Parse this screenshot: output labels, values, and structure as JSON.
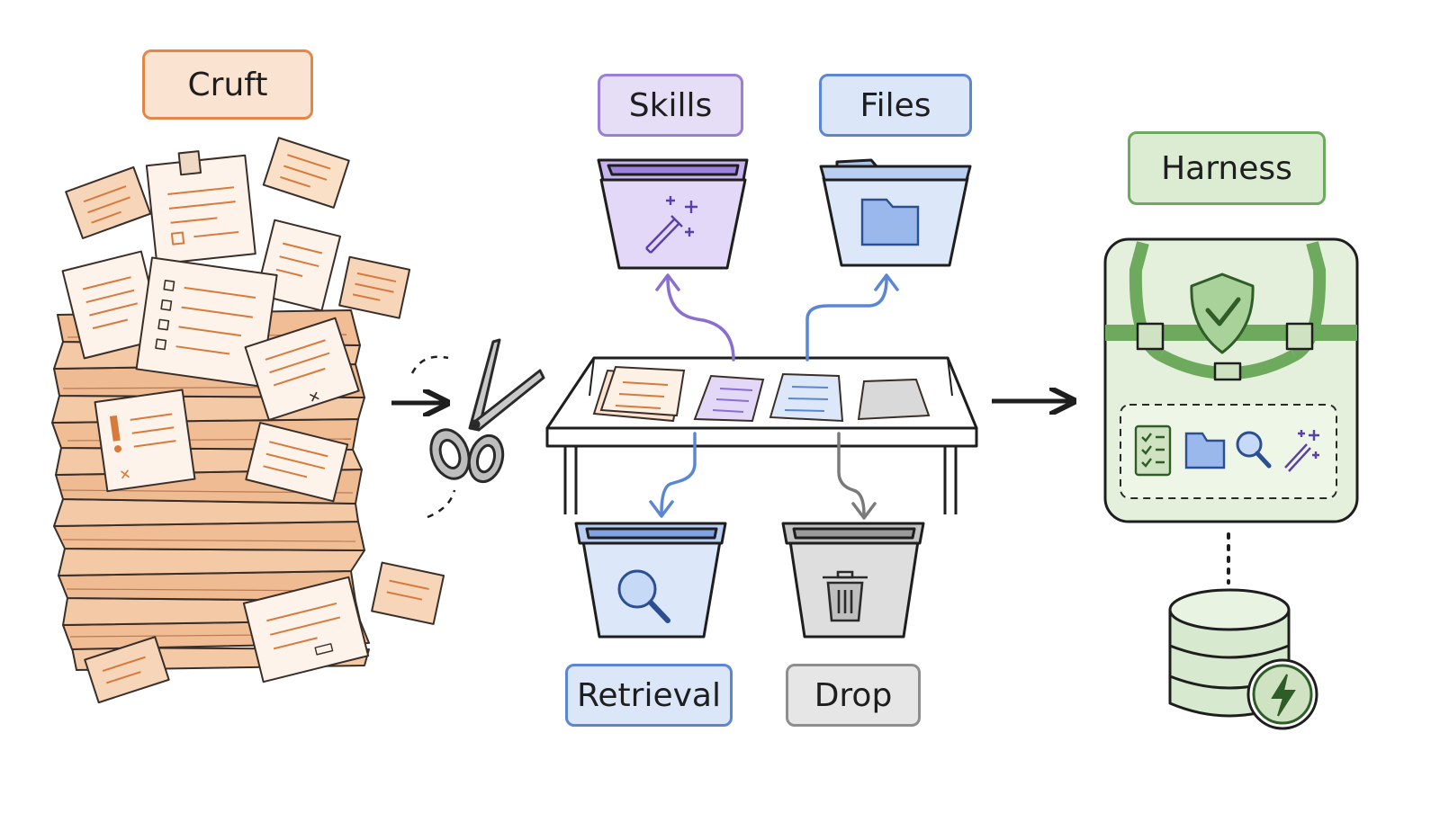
{
  "labels": {
    "cruft": "Cruft",
    "skills": "Skills",
    "files": "Files",
    "harness": "Harness",
    "retrieval": "Retrieval",
    "drop": "Drop"
  },
  "colors": {
    "cruft": "#e08848",
    "skills": "#9a7fd6",
    "files": "#5b86d3",
    "retrieval": "#5b86d3",
    "drop": "#8e8e8e",
    "harness": "#6eaa5e",
    "ink": "#1e1e1e"
  },
  "icons": [
    "scissors-icon",
    "magic-wand-icon",
    "folder-icon",
    "magnifier-icon",
    "trash-icon",
    "shield-check-icon",
    "checklist-icon",
    "lightning-icon",
    "database-icon"
  ]
}
